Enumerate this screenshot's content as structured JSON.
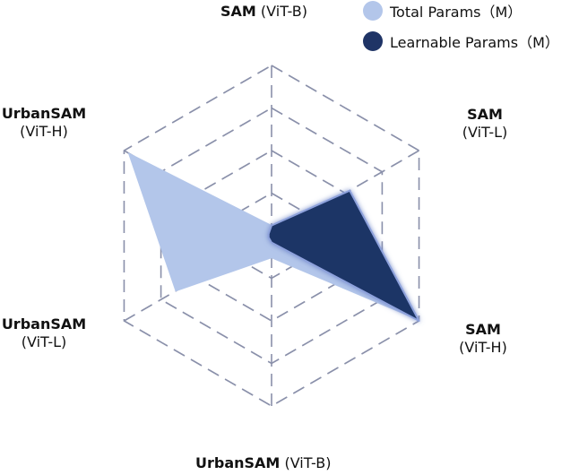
{
  "chart_data": {
    "type": "radar",
    "axes": [
      {
        "name": "SAM",
        "sub": "(ViT-B)"
      },
      {
        "name": "SAM",
        "sub": "(ViT-L)"
      },
      {
        "name": "SAM",
        "sub": "(ViT-H)"
      },
      {
        "name": "UrbanSAM",
        "sub": "(ViT-B)"
      },
      {
        "name": "UrbanSAM",
        "sub": "(ViT-L)"
      },
      {
        "name": "UrbanSAM",
        "sub": "(ViT-H)"
      }
    ],
    "rings": 4,
    "grid": true,
    "legend_position": "top-right",
    "series": [
      {
        "name": "Total Params（M）",
        "color": "#b3c6ea",
        "values": [
          0.06,
          0.04,
          0.97,
          0.13,
          0.65,
          0.97
        ]
      },
      {
        "name": "Learnable Params（M）",
        "color": "#1f3466",
        "values": [
          0.06,
          0.53,
          1.0,
          0.04,
          0.02,
          0.02
        ]
      }
    ]
  }
}
